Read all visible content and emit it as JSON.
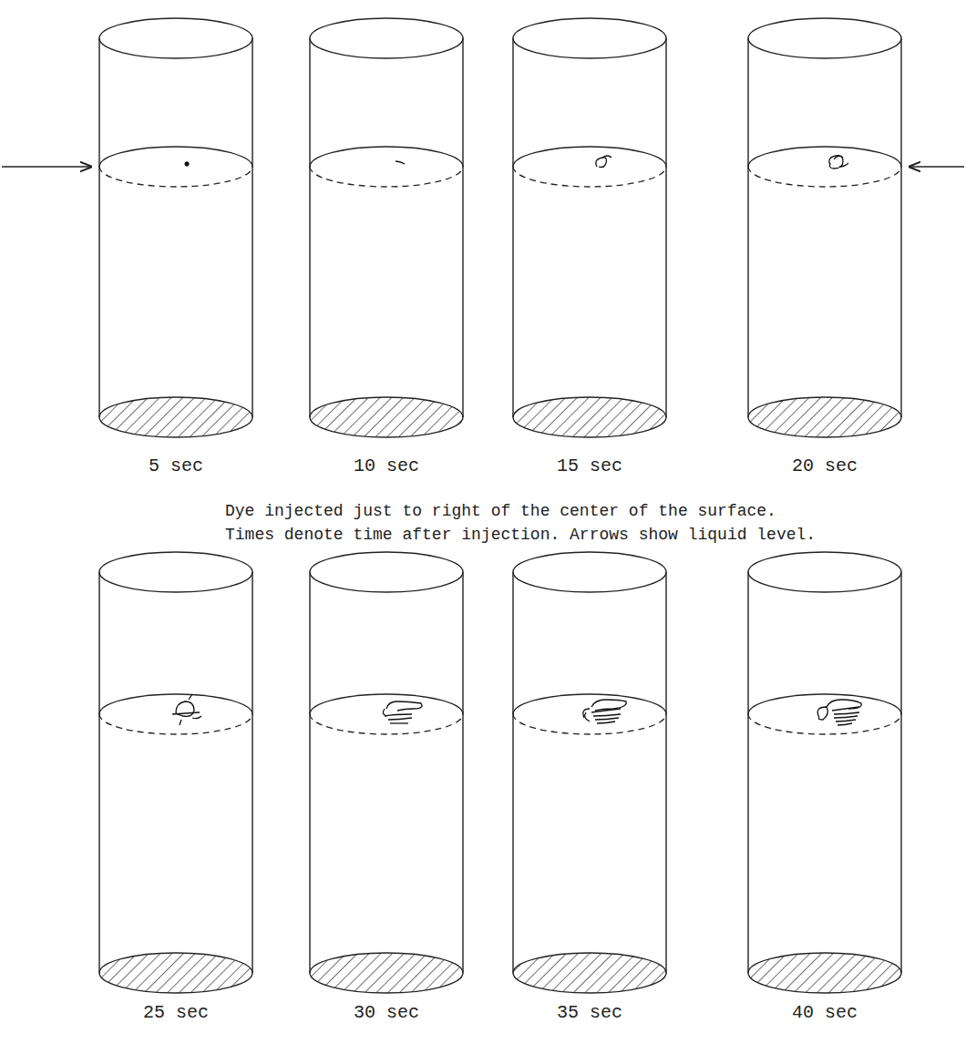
{
  "diagram": {
    "caption": "Dye injected just to right of the center of the surface. Times denote time after injection. Arrows show liquid level.",
    "labels": [
      "5 sec",
      "10 sec",
      "15 sec",
      "20 sec",
      "25 sec",
      "30 sec",
      "35 sec",
      "40 sec"
    ]
  }
}
